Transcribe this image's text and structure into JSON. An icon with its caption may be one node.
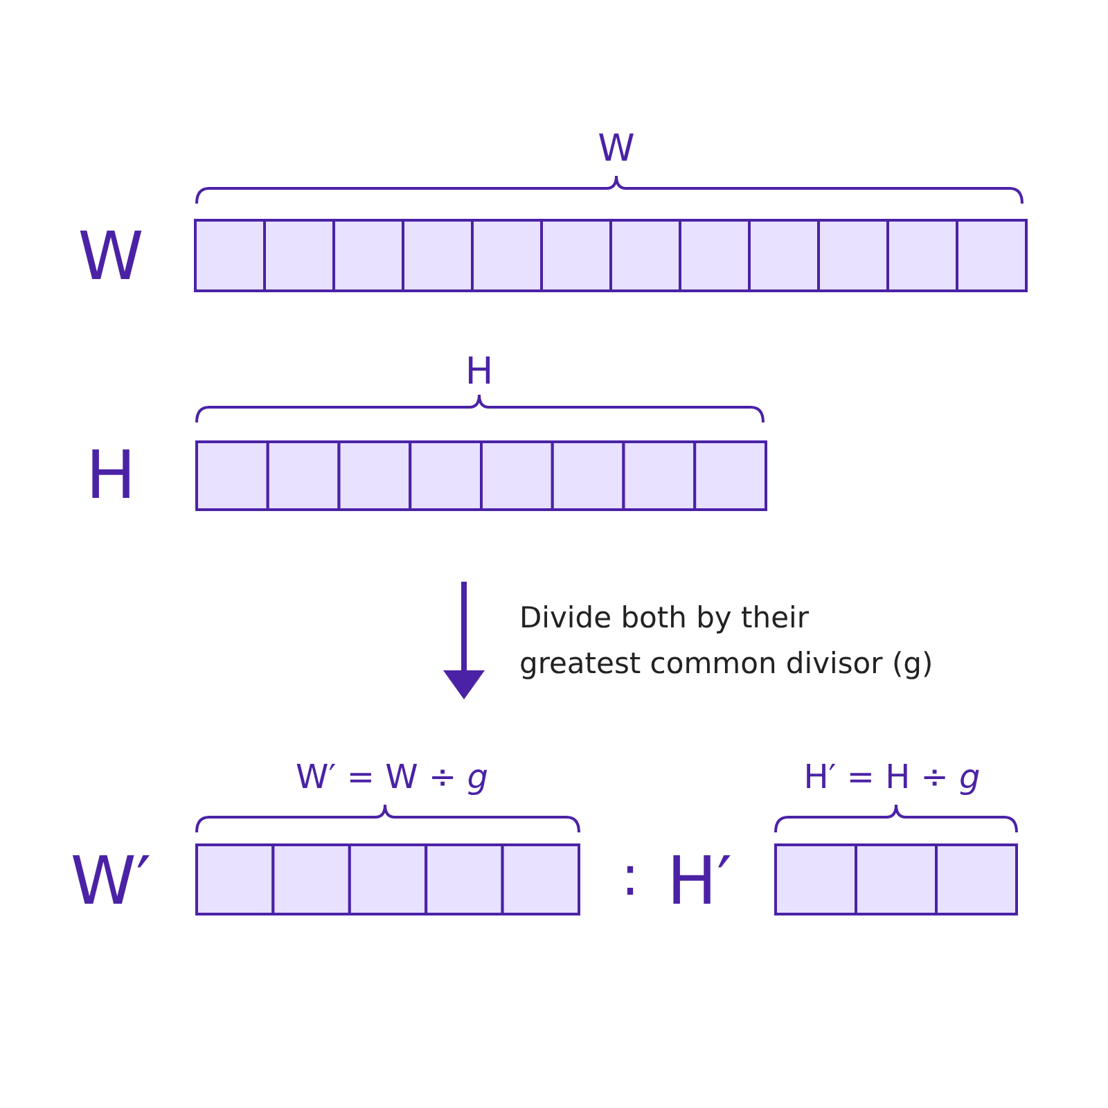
{
  "diagram": {
    "labels": [
      "W",
      "W",
      "H",
      "H",
      "Divide both by their greatest common divisor (g)",
      "W′ = W ÷ *g*",
      "H′ = H ÷ *g*",
      "W′",
      ":",
      "H′"
    ]
  }
}
